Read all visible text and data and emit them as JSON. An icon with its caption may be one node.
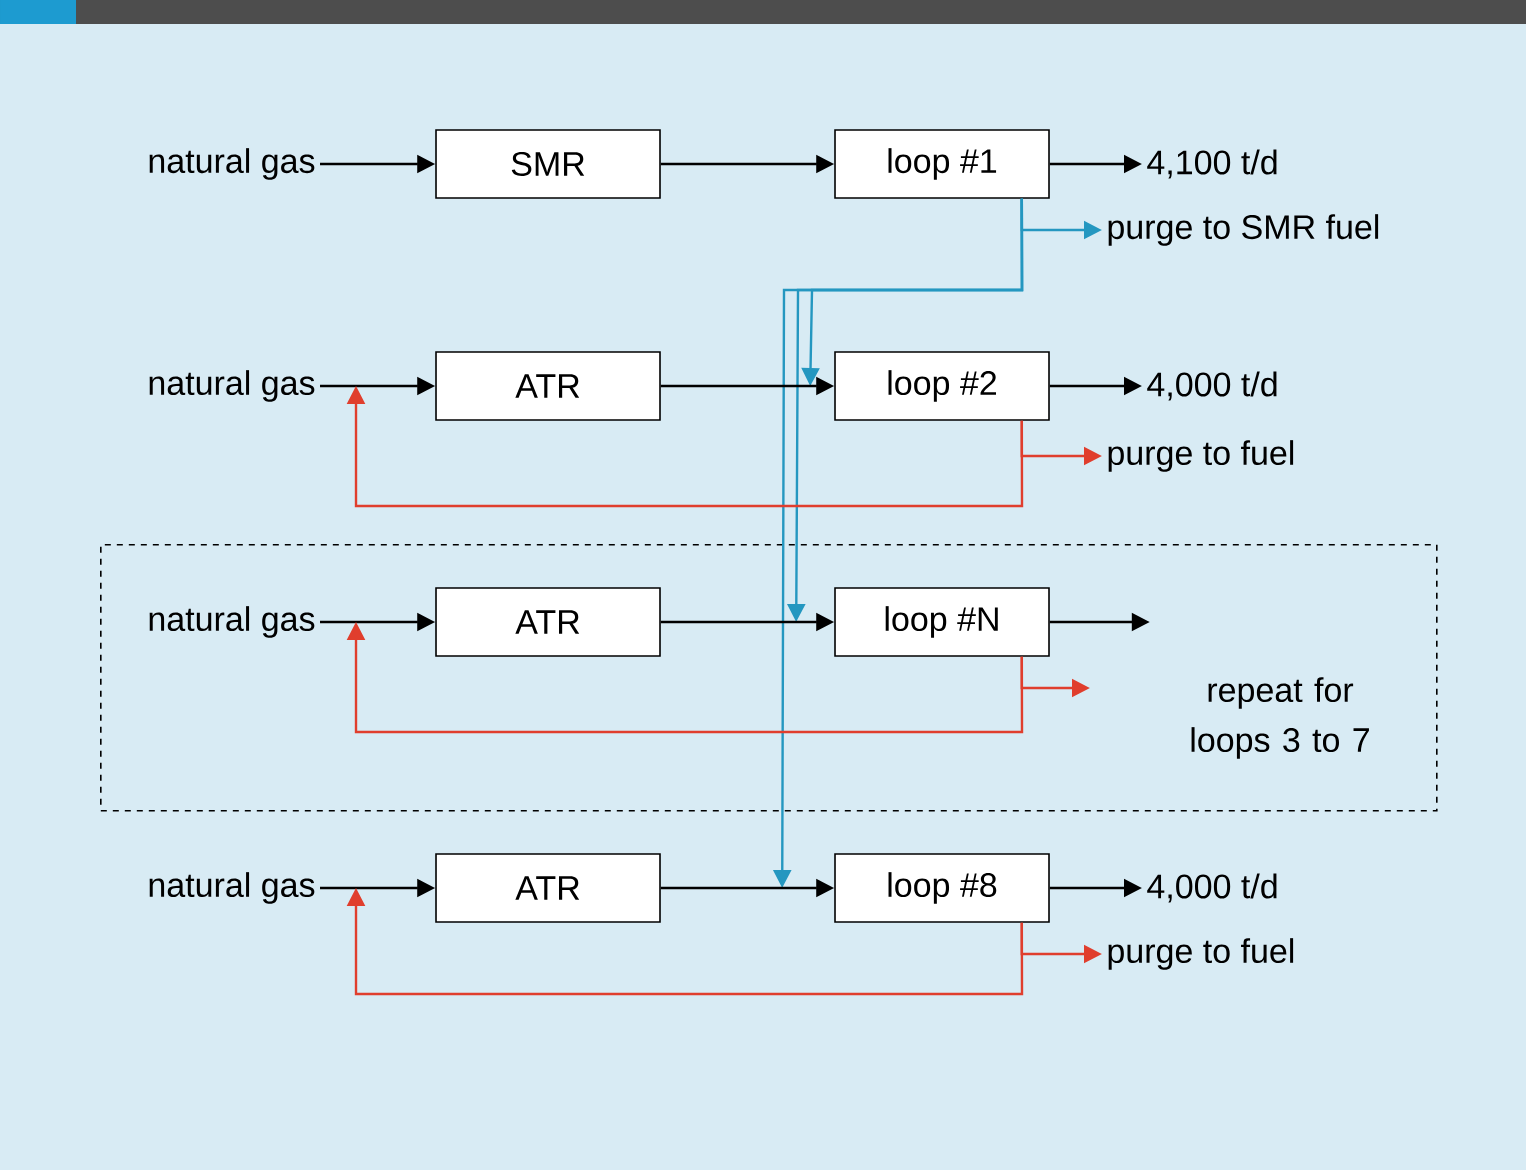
{
  "diagram": {
    "nodes": [
      {
        "text": [
          "natural gas"
        ]
      },
      {
        "text": [
          "SMR"
        ]
      },
      {
        "text": [
          "loop #1"
        ]
      },
      {
        "text": [
          "4,100 t/d"
        ]
      },
      {
        "text": [
          "purge to SMR fuel"
        ]
      },
      {
        "text": [
          "natural gas"
        ]
      },
      {
        "text": [
          "ATR"
        ]
      },
      {
        "text": [
          "loop #2"
        ]
      },
      {
        "text": [
          "4,000 t/d"
        ]
      },
      {
        "text": [
          "purge to fuel"
        ]
      },
      {
        "text": [
          "repeat for loops 3 to 7"
        ]
      },
      {
        "text": [
          "natural gas"
        ],
        "in": 10
      },
      {
        "text": [
          "ATR"
        ],
        "in": 10
      },
      {
        "text": [
          "loop #N"
        ],
        "in": 10
      },
      {
        "text": [
          "natural gas"
        ]
      },
      {
        "text": [
          "ATR"
        ]
      },
      {
        "text": [
          "loop #8"
        ]
      },
      {
        "text": [
          "4,000 t/d"
        ]
      },
      {
        "text": [
          "purge to fuel"
        ]
      }
    ],
    "edges": [
      {
        "from": 0,
        "to": 1,
        "arrow": "to"
      },
      {
        "from": 1,
        "to": 2,
        "arrow": "to"
      },
      {
        "from": 2,
        "to": 3,
        "arrow": "to"
      },
      {
        "from": 2,
        "to": 4,
        "arrow": "to",
        "color": "#2497c0"
      },
      {
        "from": 2,
        "to": 7,
        "arrow": "to",
        "color": "#2497c0"
      },
      {
        "from": 2,
        "to": 13,
        "arrow": "to",
        "color": "#2497c0"
      },
      {
        "from": 2,
        "to": 16,
        "arrow": "to",
        "color": "#2497c0"
      },
      {
        "from": 5,
        "to": 6,
        "arrow": "to"
      },
      {
        "from": 6,
        "to": 7,
        "arrow": "to"
      },
      {
        "from": 7,
        "to": 8,
        "arrow": "to"
      },
      {
        "from": 7,
        "to": 9,
        "arrow": "to",
        "color": "#e03e2d"
      },
      {
        "from": 7,
        "to": 5,
        "arrow": "to",
        "color": "#e03e2d"
      },
      {
        "from": 11,
        "to": 12,
        "arrow": "to"
      },
      {
        "from": 12,
        "to": 13,
        "arrow": "to"
      },
      {
        "from": 13,
        "to": null,
        "arrow": "to"
      },
      {
        "from": 13,
        "to": null,
        "arrow": "to",
        "color": "#e03e2d"
      },
      {
        "from": 13,
        "to": 11,
        "arrow": "to",
        "color": "#e03e2d"
      },
      {
        "from": 14,
        "to": 15,
        "arrow": "to"
      },
      {
        "from": 15,
        "to": 16,
        "arrow": "to"
      },
      {
        "from": 16,
        "to": 17,
        "arrow": "to"
      },
      {
        "from": 16,
        "to": 18,
        "arrow": "to",
        "color": "#e03e2d"
      },
      {
        "from": 16,
        "to": 14,
        "arrow": "to",
        "color": "#e03e2d"
      }
    ]
  }
}
